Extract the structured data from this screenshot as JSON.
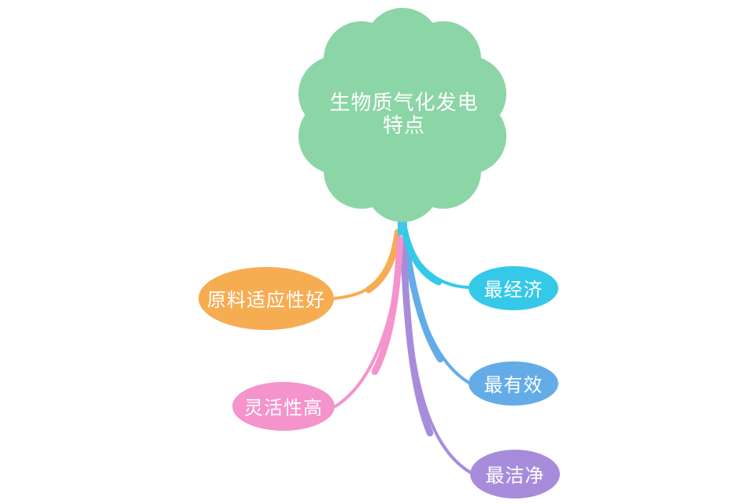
{
  "diagram": {
    "type": "mindmap",
    "title": "生物质气化发电特点",
    "background": "#FFFFFF",
    "root": {
      "label_line1": "生物质气化发电",
      "label_line2": "特点",
      "shape": "flower-cloud",
      "color": "#8CD5A6",
      "trunk_color": "#3CC8E9",
      "text_color": "#FFFFFF"
    },
    "branches": [
      {
        "id": "raw-material-adaptability",
        "label": "原料适应性好",
        "color": "#F6AD52",
        "side": "left",
        "text_color": "#FFFFFF"
      },
      {
        "id": "high-flexibility",
        "label": "灵活性高",
        "color": "#F493CC",
        "side": "left",
        "text_color": "#FFFFFF"
      },
      {
        "id": "most-economical",
        "label": "最经济",
        "color": "#35C9E9",
        "side": "right",
        "text_color": "#FFFFFF"
      },
      {
        "id": "most-effective",
        "label": "最有效",
        "color": "#64ACE8",
        "side": "right",
        "text_color": "#FFFFFF"
      },
      {
        "id": "cleanest",
        "label": "最洁净",
        "color": "#A78CDB",
        "side": "right",
        "text_color": "#FFFFFF"
      }
    ]
  }
}
